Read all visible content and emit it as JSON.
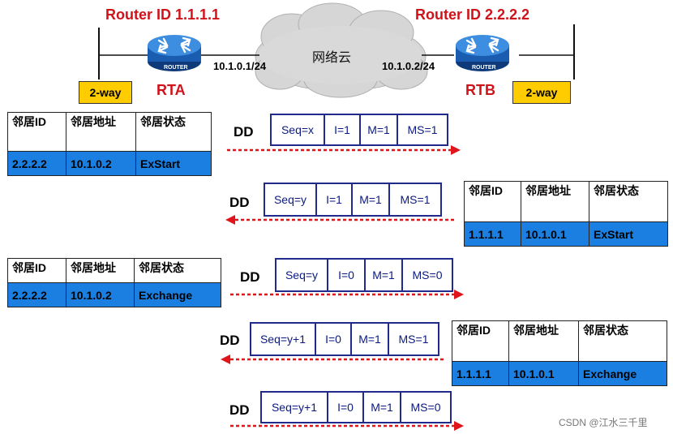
{
  "routers": {
    "rta": {
      "router_id": "Router ID 1.1.1.1",
      "name": "RTA",
      "ip": "10.1.0.1/24",
      "state_badge": "2-way",
      "icon_label": "ROUTER"
    },
    "rtb": {
      "router_id": "Router ID 2.2.2.2",
      "name": "RTB",
      "ip": "10.1.0.2/24",
      "state_badge": "2-way",
      "icon_label": "ROUTER"
    }
  },
  "cloud": {
    "label": "网络云"
  },
  "colors": {
    "accent_red": "#d0121b",
    "badge_yellow": "#ffcc00",
    "table_blue": "#1a7fe0",
    "packet_blue": "#1f2a8c"
  },
  "tables": [
    {
      "headers": [
        "邻居ID",
        "邻居地址",
        "邻居状态"
      ],
      "values": [
        "2.2.2.2",
        "10.1.0.2",
        "ExStart"
      ]
    },
    {
      "headers": [
        "邻居ID",
        "邻居地址",
        "邻居状态"
      ],
      "values": [
        "1.1.1.1",
        "10.1.0.1",
        "ExStart"
      ]
    },
    {
      "headers": [
        "邻居ID",
        "邻居地址",
        "邻居状态"
      ],
      "values": [
        "2.2.2.2",
        "10.1.0.2",
        "Exchange"
      ]
    },
    {
      "headers": [
        "邻居ID",
        "邻居地址",
        "邻居状态"
      ],
      "values": [
        "1.1.1.1",
        "10.1.0.1",
        "Exchange"
      ]
    }
  ],
  "packets": [
    {
      "label": "DD",
      "direction": "right",
      "fields": [
        "Seq=x",
        "I=1",
        "M=1",
        "MS=1"
      ]
    },
    {
      "label": "DD",
      "direction": "left",
      "fields": [
        "Seq=y",
        "I=1",
        "M=1",
        "MS=1"
      ]
    },
    {
      "label": "DD",
      "direction": "right",
      "fields": [
        "Seq=y",
        "I=0",
        "M=1",
        "MS=0"
      ]
    },
    {
      "label": "DD",
      "direction": "left",
      "fields": [
        "Seq=y+1",
        "I=0",
        "M=1",
        "MS=1"
      ]
    },
    {
      "label": "DD",
      "direction": "right",
      "fields": [
        "Seq=y+1",
        "I=0",
        "M=1",
        "MS=0"
      ]
    }
  ],
  "footer": {
    "credit": "CSDN @江水三千里"
  }
}
